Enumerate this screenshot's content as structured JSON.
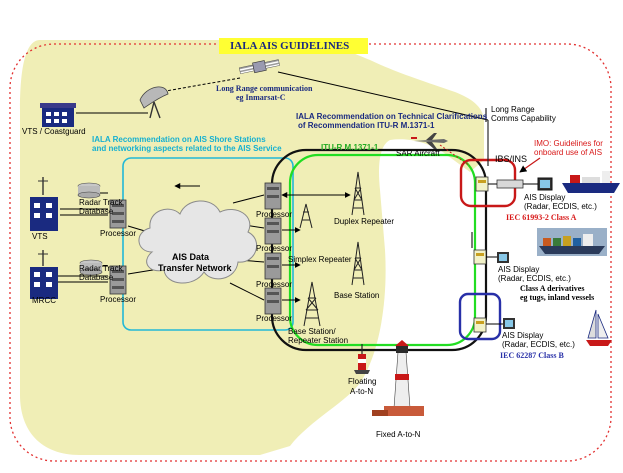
{
  "title": "IALA AIS GUIDELINES",
  "nodes": {
    "satellite_label": [
      "Long Range communication",
      "eg Inmarsat-C"
    ],
    "vts_coastguard": "VTS / Coastguard",
    "long_range": [
      "Long Range",
      "Comms Capability"
    ],
    "iala_rec_shore": [
      "IALA Recommendation on AIS Shore Stations",
      "and networking aspects related to the AIS Service"
    ],
    "iala_rec_itu": [
      "IALA Recommendation on Technical Clarifications",
      "of Recommendation ITU-R M.1371-1"
    ],
    "itu_r": "ITU-R M.1371-1",
    "sar_aircraft": "SAR Aircraft",
    "ibs_ins": "IBS/INS",
    "imo_guidelines": [
      "IMO: Guidelines for",
      "onboard use of AIS"
    ],
    "ais_display_a": [
      "AIS Display",
      "(Radar, ECDIS, etc.)"
    ],
    "iec_class_a": "IEC 61993-2 Class A",
    "radar_track_db": [
      "Radar Track",
      "Database"
    ],
    "vts": "VTS",
    "processor": "Processor",
    "mrcc": "MRCC",
    "network": [
      "AIS Data",
      "Transfer Network"
    ],
    "duplex_repeater": "Duplex Repeater",
    "simplex_repeater": "Simplex Repeater",
    "base_station": "Base Station",
    "base_repeater": [
      "Base Station/",
      "Repeater Station"
    ],
    "ais_display_mid": [
      "AIS Display",
      "(Radar, ECDIS, etc.)"
    ],
    "class_a_derivatives": [
      "Class A derivatives",
      "eg tugs, inland vessels"
    ],
    "ais_display_b": [
      "AIS Display",
      "(Radar, ECDIS, etc.)"
    ],
    "iec_class_b": "IEC 62287 Class B",
    "floating_aton": [
      "Floating",
      "A-to-N"
    ],
    "fixed_aton": "Fixed A-to-N"
  },
  "colors": {
    "land": "#f0eeb6",
    "title_bg": "#ffff33",
    "red_dotted": "#e23030",
    "shore_box": "#22b8d6",
    "itu_ring": "#22dd22",
    "ship_ring": "#111111",
    "highlight_red": "#c81818",
    "highlight_blue": "#2830a8",
    "cyan_text": "#16b0d0",
    "navy_text": "#1a2a80",
    "red_text": "#d81818"
  },
  "icons": [
    "satellite-icon",
    "satellite-dish-icon",
    "building-icon",
    "radio-mast-icon",
    "database-icon",
    "processor-rack-icon",
    "cloud-network-icon",
    "lattice-tower-icon",
    "aircraft-icon",
    "ship-icon",
    "container-ship-icon",
    "sailboat-icon",
    "buoy-icon",
    "lighthouse-icon",
    "monitor-icon",
    "ais-transponder-icon",
    "antenna-icon"
  ]
}
